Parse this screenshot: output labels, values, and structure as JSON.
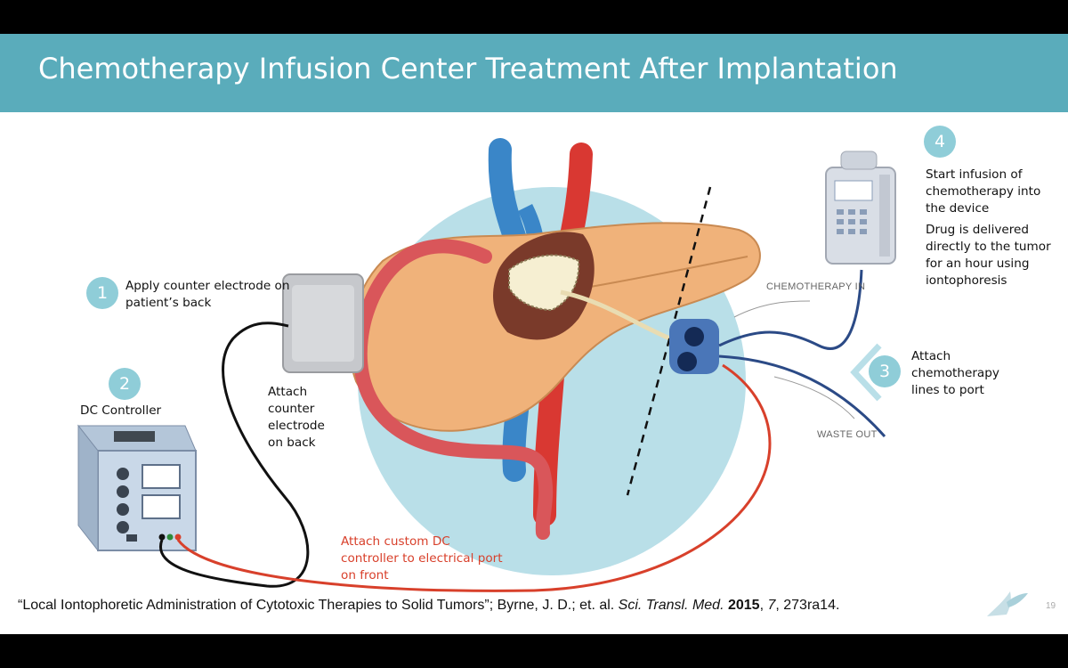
{
  "title": "Chemotherapy Infusion Center Treatment After Implantation",
  "steps": [
    {
      "num": "1",
      "lines": [
        "Apply counter electrode on",
        "patient’s back"
      ]
    },
    {
      "num": "2",
      "lines": [
        "DC Controller"
      ]
    },
    {
      "num": "3",
      "lines": [
        "Attach",
        "chemotherapy",
        "lines to port"
      ]
    },
    {
      "num": "4",
      "lines": [
        "Start infusion of",
        "chemotherapy into",
        "the device"
      ]
    }
  ],
  "drug_note": [
    "Drug is delivered",
    "directly to the tumor",
    "for an hour using",
    "iontophoresis"
  ],
  "attach_back": [
    "Attach",
    "counter",
    "electrode",
    "on back"
  ],
  "attach_controller": [
    "Attach custom DC",
    "controller to electrical port",
    "on front"
  ],
  "labels": {
    "chemo_in": "CHEMOTHERAPY IN",
    "waste_out": "WASTE OUT"
  },
  "citation": {
    "quote": "“Local Iontophoretic Administration of Cytotoxic Therapies to Solid Tumors”; Byrne, J. D.; et. al. ",
    "journal": "Sci. Transl. Med.",
    "year": "2015",
    "sep1": ", ",
    "volume": "7",
    "rest": ", 273ra14."
  },
  "page_number": "19",
  "colors": {
    "header": "#5aacbb",
    "step_circle": "#8fcdd8",
    "red_text": "#d8402b",
    "black_wire": "#111111",
    "red_wire": "#d8402b",
    "blue_line": "#2b4a86"
  }
}
